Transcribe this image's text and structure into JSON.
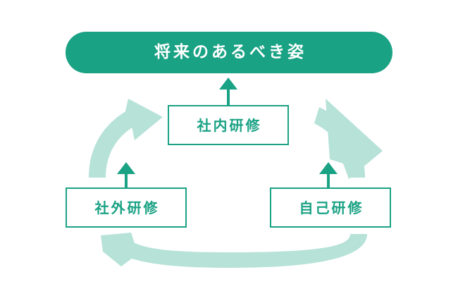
{
  "diagram": {
    "type": "cycle",
    "title_visible": false,
    "background_color": "#ffffff",
    "colors": {
      "primary_teal": "#1aa284",
      "light_teal_arc": "#b6e2d8",
      "text_on_primary": "#ffffff",
      "box_fill": "#ffffff"
    },
    "goal": {
      "label": "将来のあるべき姿",
      "shape": "pill",
      "fill_color": "#1aa284",
      "text_color": "#ffffff"
    },
    "stages": [
      {
        "id": "internal",
        "label": "社内研修",
        "position": "top-center",
        "border_color": "#1aa284",
        "text_color": "#1aa284"
      },
      {
        "id": "external",
        "label": "社外研修",
        "position": "bottom-left",
        "border_color": "#1aa284",
        "text_color": "#1aa284"
      },
      {
        "id": "self",
        "label": "自己研修",
        "position": "bottom-right",
        "border_color": "#1aa284",
        "text_color": "#1aa284"
      }
    ],
    "connectors": [
      {
        "id": "internal-to-goal",
        "from": "internal",
        "to": "goal",
        "style": "straight-arrow-up",
        "color": "#1aa284"
      },
      {
        "id": "external-up",
        "from": "external",
        "to": "cycle",
        "style": "straight-arrow-up",
        "color": "#1aa284"
      },
      {
        "id": "self-up",
        "from": "self",
        "to": "cycle",
        "style": "straight-arrow-up",
        "color": "#1aa284"
      }
    ],
    "cycle_arrows": [
      {
        "id": "external-to-internal",
        "from": "external",
        "to": "internal",
        "style": "curved-arc-arrow",
        "direction": "up-right",
        "color": "#b6e2d8"
      },
      {
        "id": "internal-to-self",
        "from": "internal",
        "to": "self",
        "style": "curved-arc-arrow",
        "direction": "down-right",
        "color": "#b6e2d8"
      },
      {
        "id": "self-to-external",
        "from": "self",
        "to": "external",
        "style": "curved-arc-arrow",
        "direction": "left",
        "color": "#b6e2d8"
      }
    ]
  }
}
